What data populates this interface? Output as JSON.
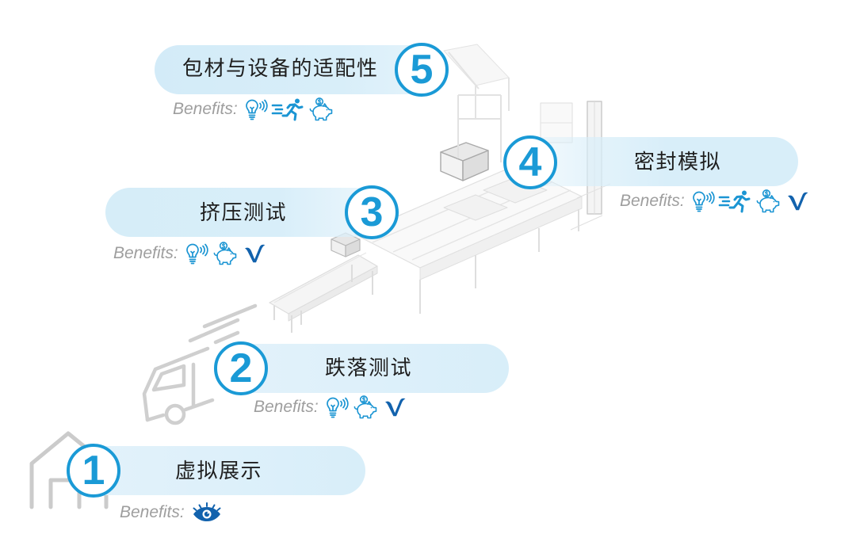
{
  "colors": {
    "accent": "#1a9ad6",
    "pill": "#d8eef9",
    "title_text": "#1f1f1f",
    "benefits_text": "#9e9e9e",
    "icon_blue": "#1b95d3",
    "icon_dark_blue": "#1262ad",
    "illustration_gray": "#cccccc"
  },
  "background_icons": [
    "house-icon",
    "truck-icon",
    "packaging-line-illustration"
  ],
  "steps": [
    {
      "number": "5",
      "title": "包材与设备的适配性",
      "benefits_label": "Benefits:",
      "benefits": [
        "lightbulb-icon",
        "runner-icon",
        "piggy-bank-icon"
      ]
    },
    {
      "number": "4",
      "title": "密封模拟",
      "benefits_label": "Benefits:",
      "benefits": [
        "lightbulb-icon",
        "runner-icon",
        "piggy-bank-icon",
        "check-v-icon"
      ]
    },
    {
      "number": "3",
      "title": "挤压测试",
      "benefits_label": "Benefits:",
      "benefits": [
        "lightbulb-icon",
        "piggy-bank-icon",
        "check-v-icon"
      ]
    },
    {
      "number": "2",
      "title": "跌落测试",
      "benefits_label": "Benefits:",
      "benefits": [
        "lightbulb-icon",
        "piggy-bank-icon",
        "check-v-icon"
      ]
    },
    {
      "number": "1",
      "title": "虚拟展示",
      "benefits_label": "Benefits:",
      "benefits": [
        "eye-icon"
      ]
    }
  ]
}
